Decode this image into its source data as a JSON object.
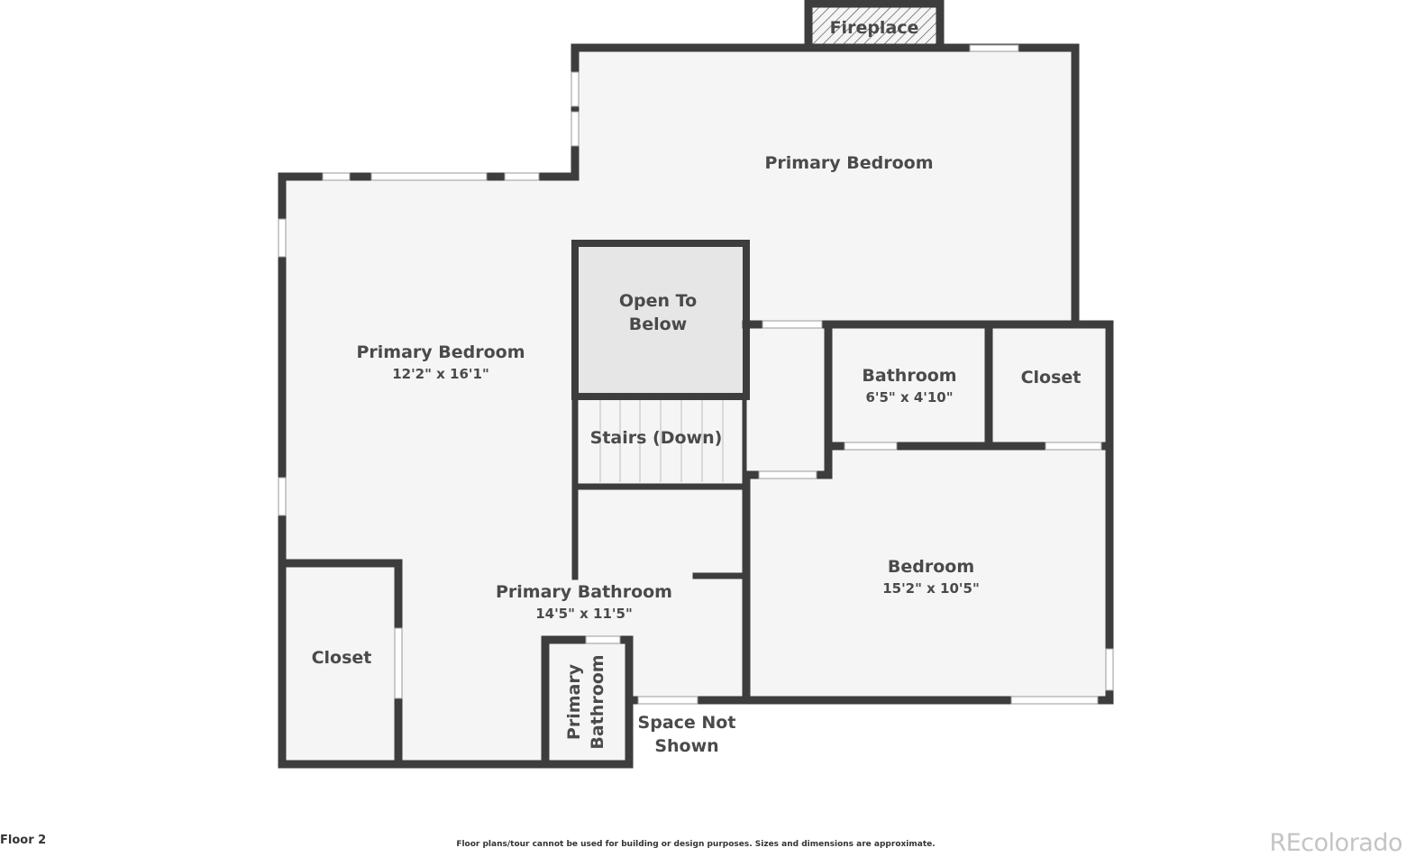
{
  "floor_label": "Floor 2",
  "disclaimer": "Floor plans/tour cannot be used for building or design purposes. Sizes and dimensions are approximate.",
  "brand": "REcolorado",
  "colors": {
    "wall": "#3d3d3d",
    "floor": "#f5f5f5",
    "open_below": "#e6e6e6",
    "window": "#ffffff",
    "label": "#4a4a4a"
  },
  "rooms": {
    "fireplace": {
      "name": "Fireplace"
    },
    "primary_bedroom_upper": {
      "name": "Primary Bedroom"
    },
    "primary_bedroom_main": {
      "name": "Primary Bedroom",
      "dimensions": "12'2\" x 16'1\""
    },
    "open_to_below": {
      "line1": "Open To",
      "line2": "Below"
    },
    "stairs": {
      "name": "Stairs (Down)"
    },
    "bathroom": {
      "name": "Bathroom",
      "dimensions": "6'5\" x 4'10\""
    },
    "closet_right": {
      "name": "Closet"
    },
    "bedroom": {
      "name": "Bedroom",
      "dimensions": "15'2\" x 10'5\""
    },
    "primary_bathroom": {
      "name": "Primary Bathroom",
      "dimensions": "14'5\" x 11'5\""
    },
    "closet_left": {
      "name": "Closet"
    },
    "primary_bathroom_small": {
      "line1": "Primary",
      "line2": "Bathroom"
    },
    "space_not_shown": {
      "line1": "Space Not",
      "line2": "Shown"
    }
  }
}
